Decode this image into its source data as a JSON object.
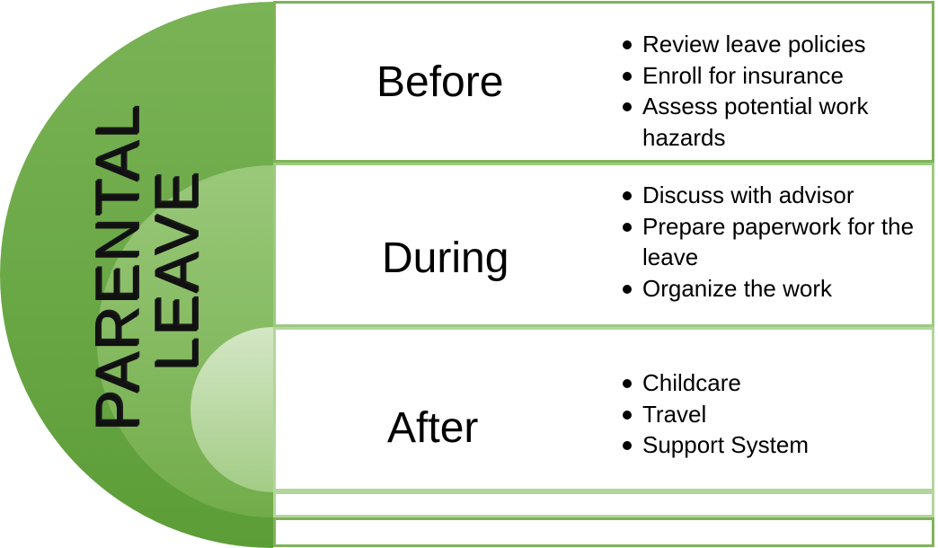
{
  "title": {
    "line1": "PARENTAL",
    "line2": "LEAVE"
  },
  "colors": {
    "outer_arc": "#68a843",
    "middle_arc": "#86bd5f",
    "inner_arc": "#c5dfb0",
    "row_border": "#8dbf6a"
  },
  "phases": [
    {
      "label": "Before",
      "items": [
        "Review leave policies",
        "Enroll for insurance",
        "Assess potential work hazards"
      ]
    },
    {
      "label": "During",
      "items": [
        "Discuss with advisor",
        "Prepare paperwork for the leave",
        "Organize the work"
      ]
    },
    {
      "label": "After",
      "items": [
        "Childcare",
        "Travel",
        "Support System"
      ]
    }
  ]
}
